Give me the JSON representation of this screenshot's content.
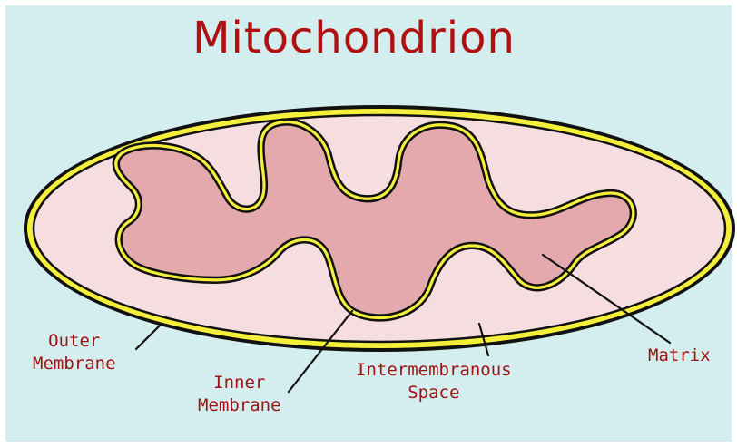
{
  "title": "Mitochondrion",
  "labels": {
    "outer_membrane": [
      "Outer",
      "Membrane"
    ],
    "inner_membrane": [
      "Inner",
      "Membrane"
    ],
    "intermembranous_space": [
      "Intermembranous",
      "Space"
    ],
    "matrix": "Matrix"
  },
  "colors": {
    "background": "#d4eef0",
    "title": "#b01010",
    "label": "#a01212",
    "membrane_yellow": "#f4ef3a",
    "intermembrane_fill": "#f6dde0",
    "matrix_fill": "#e3a9ad",
    "outline": "#111111"
  }
}
